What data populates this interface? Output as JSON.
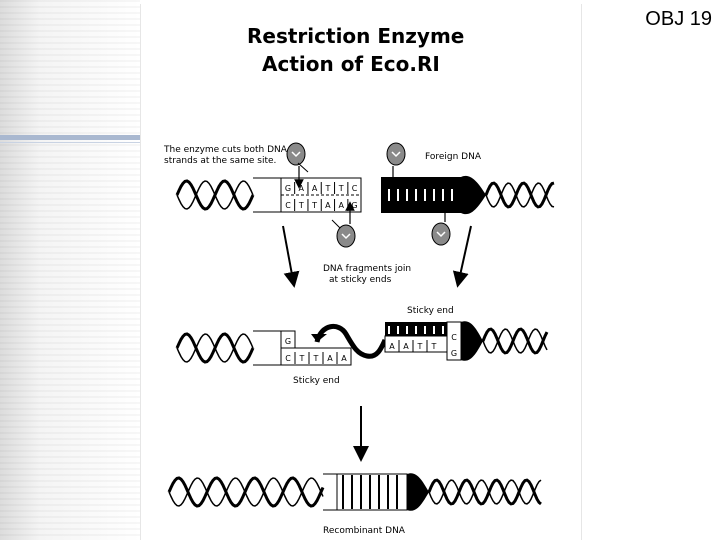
{
  "slide": {
    "label": "OBJ 19"
  },
  "diagram": {
    "title_line1": "Restriction Enzyme",
    "title_line2": "Action of Eco.RI",
    "cut_caption_line1": "The enzyme cuts both DNA",
    "cut_caption_line2": "strands at the same site.",
    "foreign_dna_label": "Foreign DNA",
    "join_caption_line1": "DNA fragments join",
    "join_caption_line2": "at sticky ends",
    "sticky_end_top": "Sticky end",
    "sticky_end_bottom": "Sticky end",
    "recombinant_label": "Recombinant DNA",
    "top_sequence": [
      "G",
      "A",
      "A",
      "T",
      "T",
      "C"
    ],
    "bottom_sequence": [
      "C",
      "T",
      "T",
      "A",
      "A",
      "G"
    ],
    "left_fragment_top": [
      "G"
    ],
    "left_fragment_bottom": [
      "C",
      "T",
      "T",
      "A",
      "A"
    ],
    "right_fragment_top": [
      "A",
      "A",
      "T",
      "T",
      "C"
    ],
    "right_fragment_bottom": [
      "G"
    ]
  }
}
